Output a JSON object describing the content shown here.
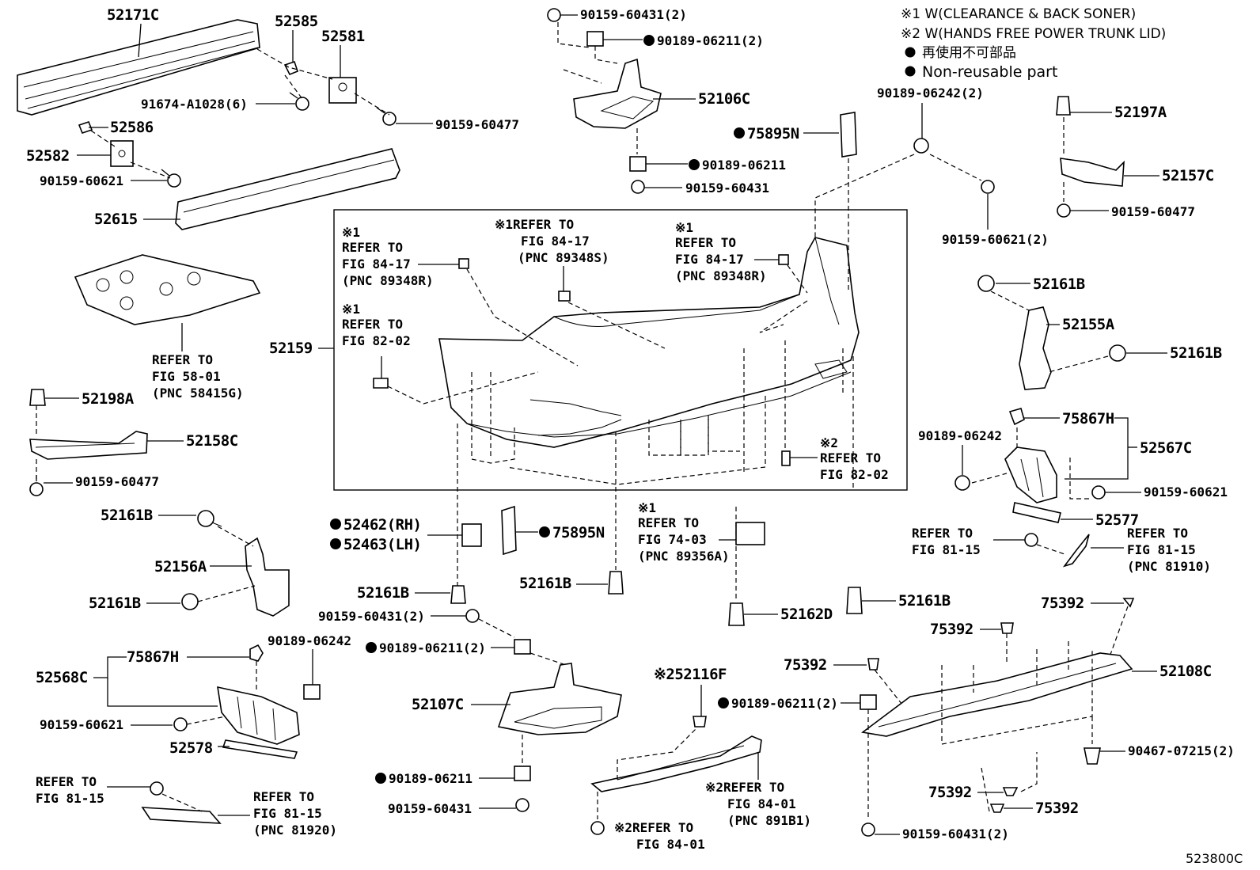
{
  "notes": {
    "note1": "※1  W(CLEARANCE & BACK SONER)",
    "note2": "※2  W(HANDS FREE POWER TRUNK LID)",
    "jp": "再使用不可部品",
    "en": "Non-reusable part"
  },
  "figure_id": "523800C",
  "labels": {
    "p52171C": "52171C",
    "p52585": "52585",
    "p52581": "52581",
    "b91674": "91674-A1028(6)",
    "p52586": "52586",
    "b90159_60477a": "90159-60477",
    "p52582": "52582",
    "b90159_60621a": "90159-60621",
    "p52615": "52615",
    "ref58_1": "REFER TO",
    "ref58_2": "FIG 58-01",
    "ref58_3": "(PNC 58415G)",
    "p52198A": "52198A",
    "p52158C": "52158C",
    "b90159_60477b": "90159-60477",
    "p52161B_a": "52161B",
    "p52156A": "52156A",
    "p52161B_b": "52161B",
    "p75867H_a": "75867H",
    "b90189_06242a": "90189-06242",
    "p52568C": "52568C",
    "b90159_60621b": "90159-60621",
    "p52578": "52578",
    "ref8115a_1": "REFER TO",
    "ref8115a_2": "FIG 81-15",
    "ref8115b_1": "REFER TO",
    "ref8115b_2": "FIG 81-15",
    "ref8115b_3": "(PNC 81920)",
    "b90159_60431_top": "90159-60431(2)",
    "b90189_06211_top": "90189-06211(2)",
    "p52106C": "52106C",
    "b90189_06211_mid": "90189-06211",
    "b90159_60431_mid": "90159-60431",
    "p75895N_top": "75895N",
    "b90189_06242_r": "90189-06242(2)",
    "b90159_60621_r": "90159-60621(2)",
    "p52197A": "52197A",
    "p52157C": "52157C",
    "b90159_60477c": "90159-60477",
    "p52161B_c": "52161B",
    "p52155A": "52155A",
    "p52161B_d": "52161B",
    "p75867H_b": "75867H",
    "b90189_06242b": "90189-06242",
    "p52567C": "52567C",
    "b90159_60621c": "90159-60621",
    "p52577": "52577",
    "ref8115c_1": "REFER TO",
    "ref8115c_2": "FIG 81-15",
    "ref8115d_1": "REFER TO",
    "ref8115d_2": "FIG 81-15",
    "ref8115d_3": "(PNC 81910)",
    "p52159": "52159",
    "box_r1_1": "※1",
    "box_r1_2": "REFER TO",
    "box_r1_3": "FIG 84-17",
    "box_r1_4": "(PNC 89348R)",
    "box_r2_1": "※1",
    "box_r2_2": "REFER TO",
    "box_r2_3": "FIG 82-02",
    "box_r3_1": "※1REFER TO",
    "box_r3_2": "FIG 84-17",
    "box_r3_3": "(PNC 89348S)",
    "box_r4_1": "※1",
    "box_r4_2": "REFER TO",
    "box_r4_3": "FIG 84-17",
    "box_r4_4": "(PNC 89348R)",
    "box_r5_1": "※2",
    "box_r5_2": "REFER TO",
    "box_r5_3": "FIG 82-02",
    "p52462": "52462(RH)",
    "p52463": "52463(LH)",
    "p75895N_b": "75895N",
    "ref7403_1": "※1",
    "ref7403_2": "REFER TO",
    "ref7403_3": "FIG 74-03",
    "ref7403_4": "(PNC 89356A)",
    "p52161B_e": "52161B",
    "p52161B_f": "52161B",
    "p52162D": "52162D",
    "p52161B_g": "52161B",
    "b90159_60431_lo": "90159-60431(2)",
    "b90189_06211_lo": "90189-06211(2)",
    "p52107C": "52107C",
    "b90189_06211_lo2": "90189-06211",
    "b90159_60431_lo2": "90159-60431",
    "p52116F": "※252116F",
    "ref8401a_1": "※2REFER TO",
    "ref8401a_2": "FIG 84-01",
    "ref8401a_3": "(PNC 891B1)",
    "ref8401b_1": "※2REFER TO",
    "ref8401b_2": "FIG 84-01",
    "p75392_a": "75392",
    "p75392_b": "75392",
    "p75392_c": "75392",
    "p52108C": "52108C",
    "b90189_06211_r": "90189-06211(2)",
    "b90467": "90467-07215(2)",
    "p75392_d": "75392",
    "p75392_e": "75392",
    "b90159_60431_r": "90159-60431(2)"
  }
}
